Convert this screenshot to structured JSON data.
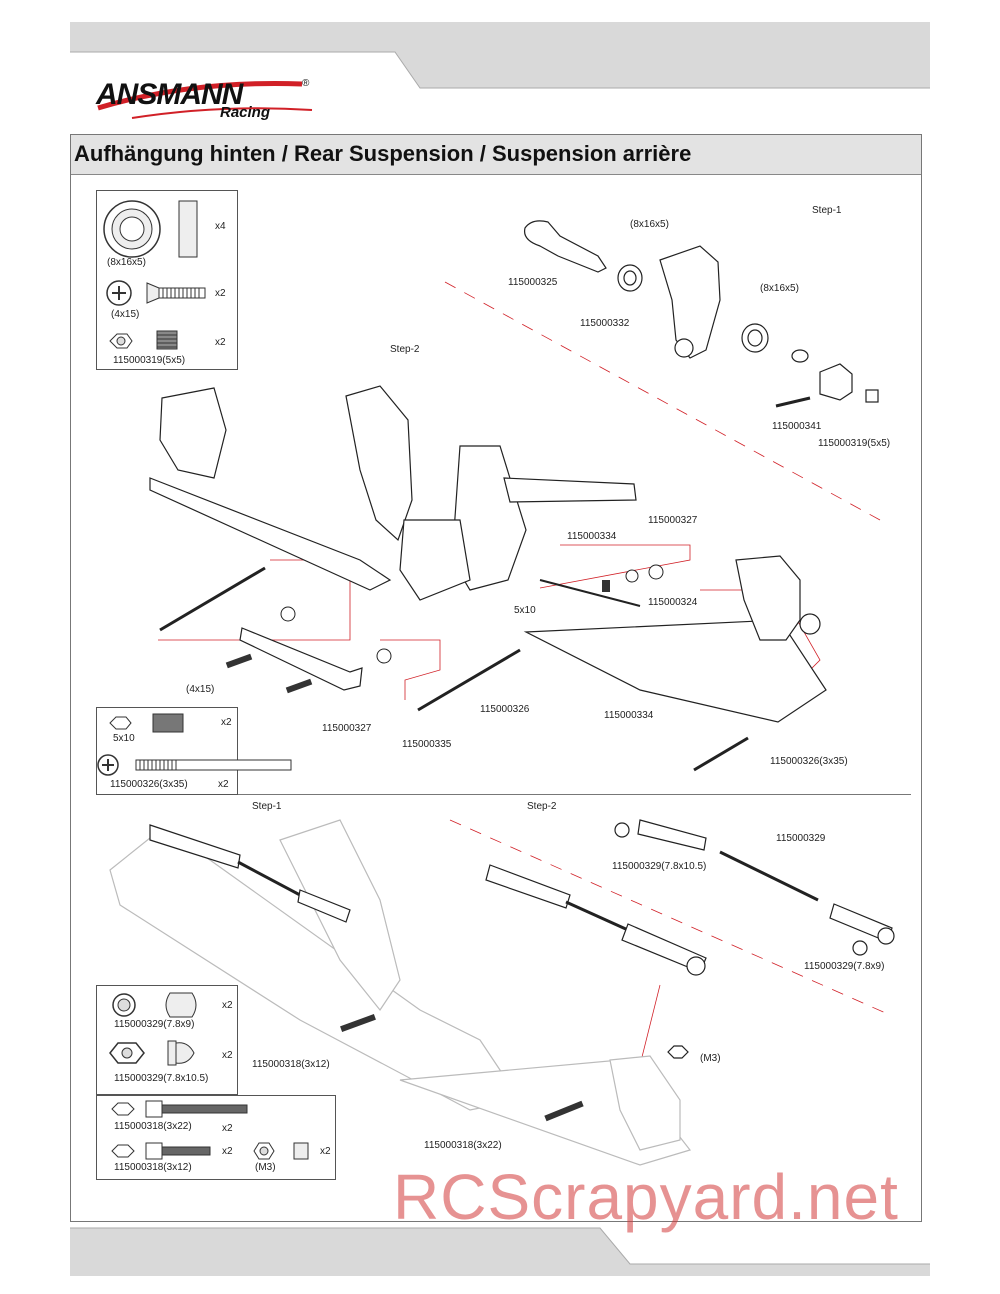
{
  "brand": {
    "name": "ANSMANN",
    "sub": "Racing",
    "registered": "®"
  },
  "title": "Aufhängung hinten / Rear Suspension / Suspension arrière",
  "steps": {
    "s1a": "Step-1",
    "s2a": "Step-2",
    "s1b": "Step-1",
    "s2b": "Step-2"
  },
  "parts_box_1": {
    "bearing_label": "(8x16x5)",
    "bearing_qty": "x4",
    "screw_label": "(4x15)",
    "screw_qty": "x2",
    "grub_label": "115000319(5x5)",
    "grub_qty": "x2"
  },
  "parts_box_2": {
    "grub_label": "5x10",
    "grub_qty": "x2",
    "pin_label": "115000326(3x35)",
    "pin_qty": "x2"
  },
  "parts_box_3": {
    "ball1_label": "115000329(7.8x9)",
    "ball1_qty": "x2",
    "ball2_label": "115000329(7.8x10.5)",
    "ball2_qty": "x2",
    "screw1_label": "115000318(3x22)",
    "screw1_qty": "x2",
    "screw2_label": "115000318(3x12)",
    "screw2_qty": "x2",
    "nut_label": "(M3)",
    "nut_qty": "x2"
  },
  "callouts": {
    "c_325": "115000325",
    "c_b1": "(8x16x5)",
    "c_332": "115000332",
    "c_b2": "(8x16x5)",
    "c_341": "115000341",
    "c_319": "115000319(5x5)",
    "c_334a": "115000334",
    "c_327a": "115000327",
    "c_510": "5x10",
    "c_324": "115000324",
    "c_415": "(4x15)",
    "c_327b": "115000327",
    "c_335": "115000335",
    "c_326": "115000326",
    "c_334b": "115000334",
    "c_326b": "115000326(3x35)",
    "c_329": "115000329",
    "c_329a": "115000329(7.8x10.5)",
    "c_329b": "115000329(7.8x9)",
    "c_318a": "115000318(3x12)",
    "c_m3": "(M3)",
    "c_318b": "115000318(3x22)"
  },
  "watermark": "RCScrapyard.net",
  "colors": {
    "accent": "#d12027",
    "frame": "#777777",
    "band": "#e3e3e3",
    "watermark": "#d33a3a"
  }
}
